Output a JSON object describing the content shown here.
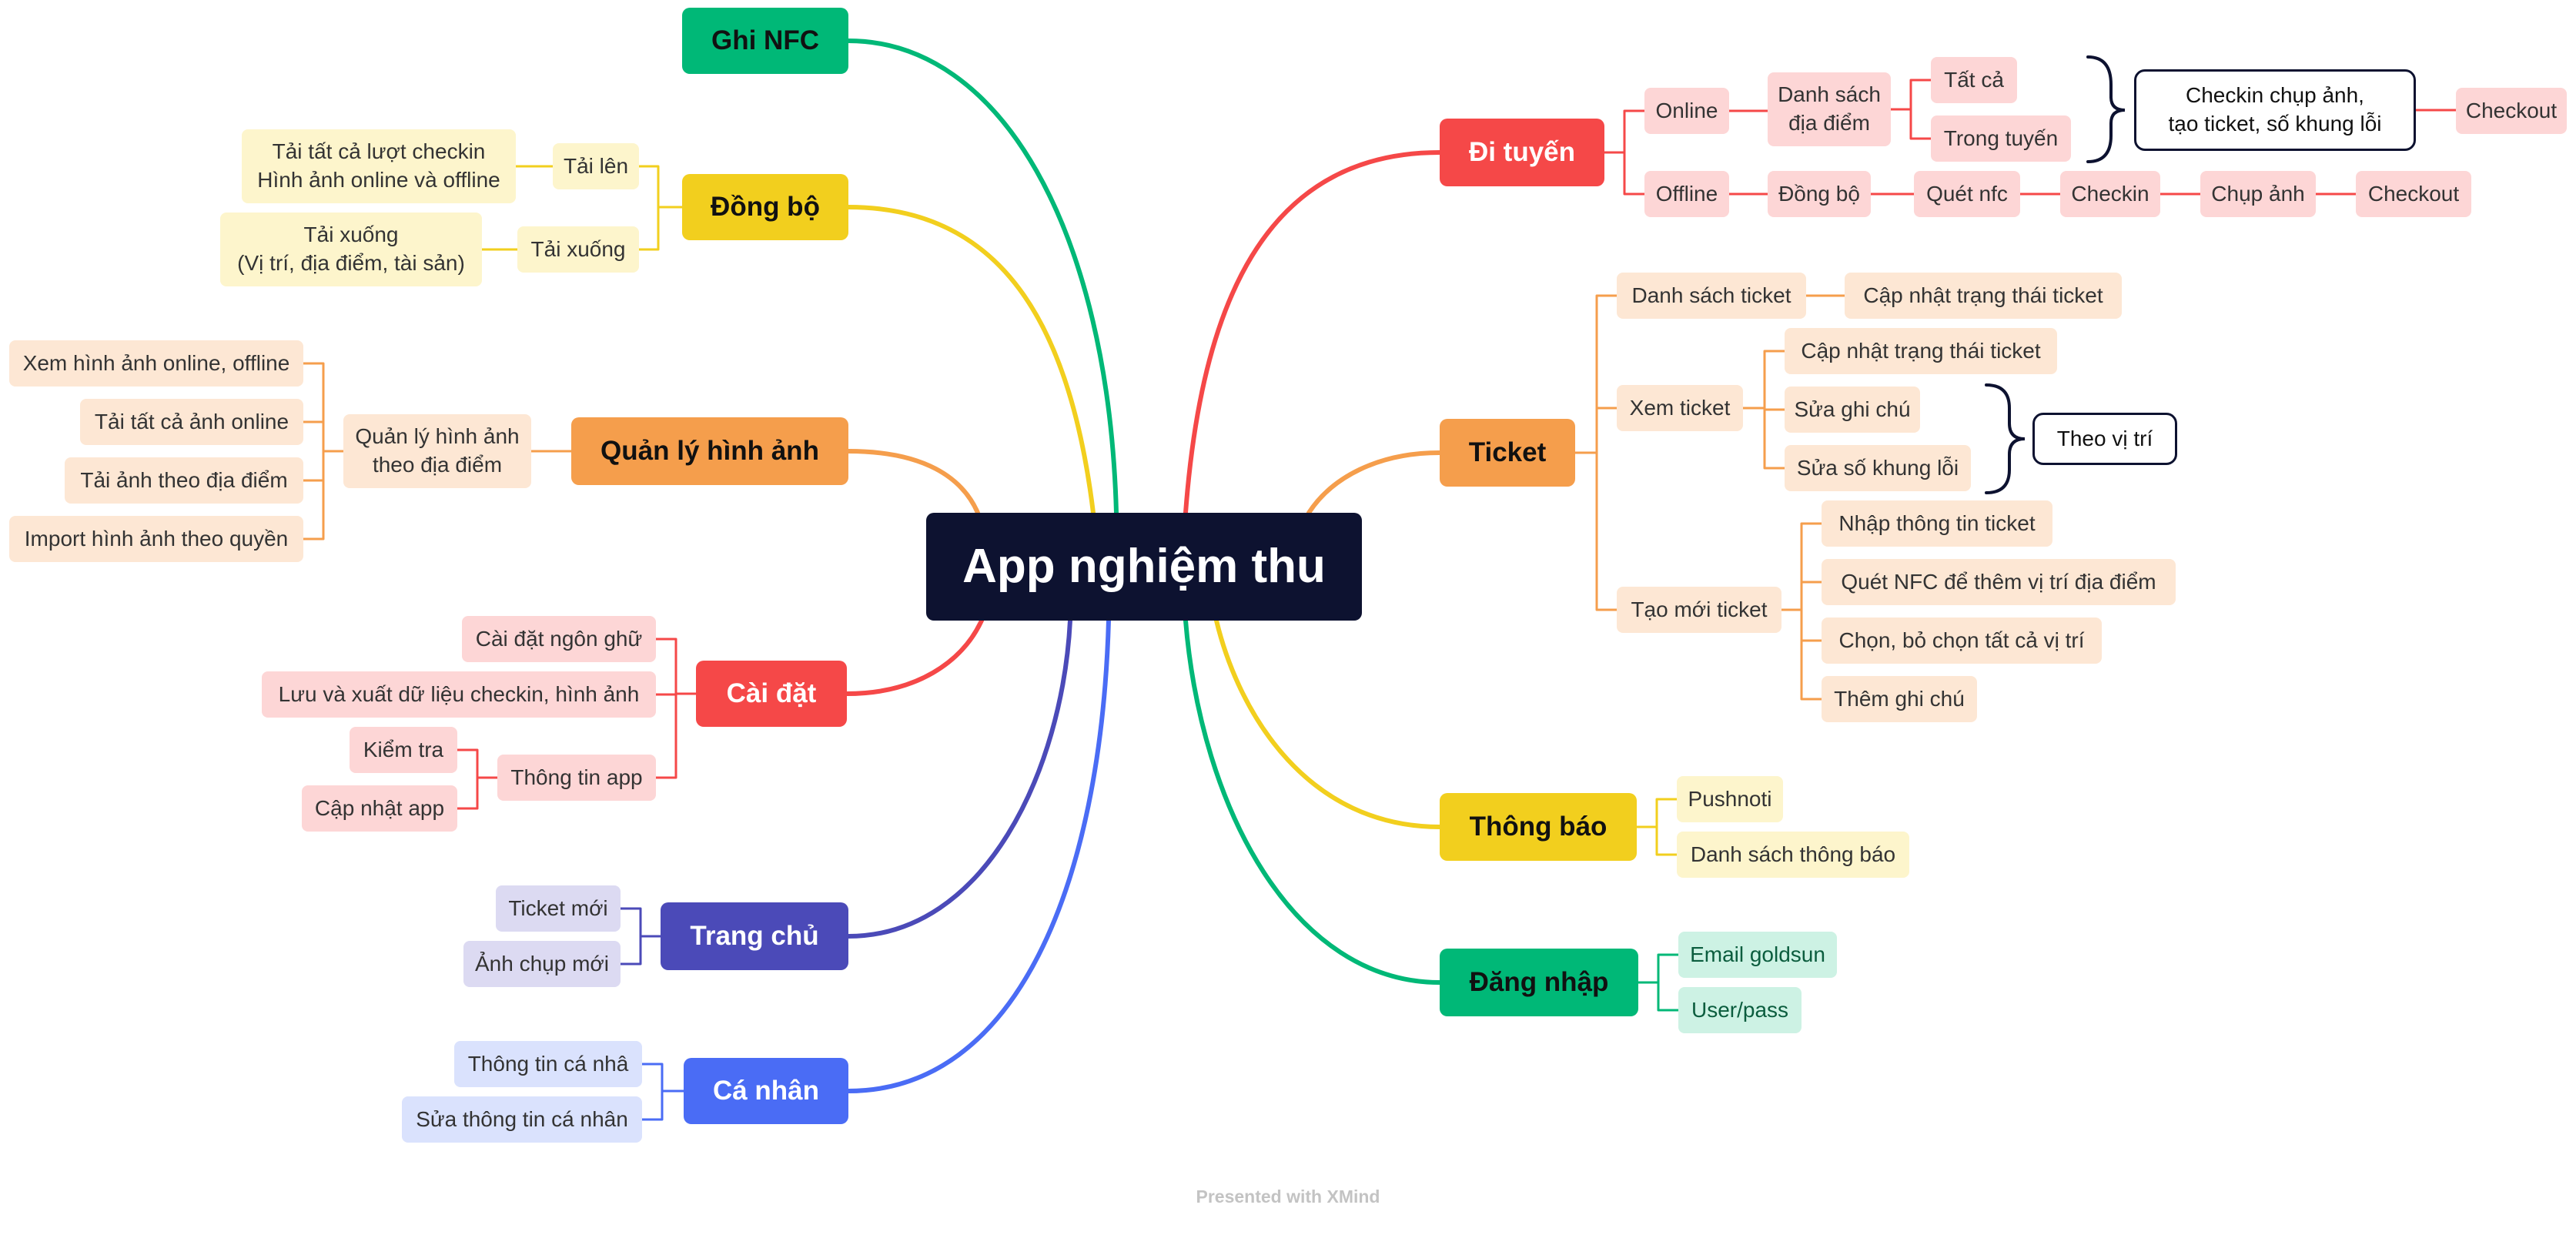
{
  "central": "App nghiệm thu",
  "colors": {
    "green": "#00b877",
    "yellow": "#f2cf1e",
    "orange": "#f59e4c",
    "red": "#f54848",
    "indigo": "#4b4ab8",
    "blue": "#4a6cf5"
  },
  "left": {
    "ghi_nfc": "Ghi NFC",
    "dong_bo": {
      "label": "Đồng bộ",
      "tai_len": "Tải lên",
      "tai_len_detail": "Tải tất cả lượt checkin\nHình ảnh online và offline",
      "tai_xuong": "Tải xuống",
      "tai_xuong_detail": "Tải xuống\n(Vị trí, địa điểm, tài sản)"
    },
    "quan_ly": {
      "label": "Quản lý hình ảnh",
      "sub": "Quản lý hình ảnh\ntheo địa điểm",
      "items": [
        "Xem hình ảnh online, offline",
        "Tải tất cả ảnh online",
        "Tải ảnh theo địa điểm",
        "Import hình ảnh theo quyền"
      ]
    },
    "cai_dat": {
      "label": "Cài đặt",
      "ngon_ngu": "Cài đặt ngôn ghữ",
      "luu_xuat": "Lưu và xuất dữ liệu checkin, hình ảnh",
      "thong_tin_app": "Thông tin app",
      "kiem_tra": "Kiểm tra",
      "cap_nhat_app": "Cập nhật app"
    },
    "trang_chu": {
      "label": "Trang chủ",
      "items": [
        "Ticket mới",
        "Ảnh chụp mới"
      ]
    },
    "ca_nhan": {
      "label": "Cá nhân",
      "items": [
        "Thông tin cá nhâ",
        "Sửa thông tin cá nhân"
      ]
    }
  },
  "right": {
    "di_tuyen": {
      "label": "Đi tuyến",
      "online": "Online",
      "danh_sach": "Danh sách\nđịa điểm",
      "tat_ca": "Tất cả",
      "trong_tuyen": "Trong tuyến",
      "summary": "Checkin chụp ảnh,\ntạo ticket, số khung lỗi",
      "checkout_online": "Checkout",
      "offline": "Offline",
      "dong_bo": "Đồng bộ",
      "quet_nfc": "Quét nfc",
      "checkin": "Checkin",
      "chup_anh": "Chụp ảnh",
      "checkout_offline": "Checkout"
    },
    "ticket": {
      "label": "Ticket",
      "danh_sach": "Danh sách ticket",
      "cap_nhat_1": "Cập nhật trạng thái ticket",
      "xem": "Xem ticket",
      "cap_nhat_2": "Cập nhật trạng thái ticket",
      "sua_ghi_chu": "Sửa ghi chú",
      "sua_so": "Sửa số khung lỗi",
      "summary": "Theo vị trí",
      "tao_moi": "Tạo mới ticket",
      "tao_items": [
        "Nhập thông tin ticket",
        "Quét NFC để thêm vị trí địa điểm",
        "Chọn, bỏ chọn tất cả vị trí",
        "Thêm ghi chú"
      ]
    },
    "thong_bao": {
      "label": "Thông báo",
      "items": [
        "Pushnoti",
        "Danh sách thông báo"
      ]
    },
    "dang_nhap": {
      "label": "Đăng nhập",
      "items": [
        "Email goldsun",
        "User/pass"
      ]
    }
  },
  "footer": "Presented with XMind"
}
